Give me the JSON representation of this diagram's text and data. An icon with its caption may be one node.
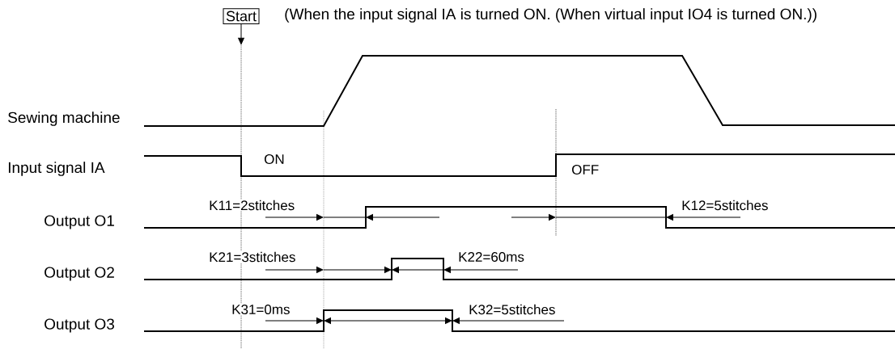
{
  "diagram": {
    "nodes": [
      {
        "text": [
          "Start"
        ]
      },
      {
        "text": [],
        "shape": "line"
      }
    ],
    "edges": [
      {
        "from": 0,
        "to": 1,
        "arrow": "to"
      }
    ],
    "labels": [
      "(When the input signal IA is turned ON. (When virtual input IO4 is turned ON.))",
      "Sewing machine",
      "Input signal IA",
      "ON",
      "OFF",
      "K11=2stitches",
      "Output O1",
      "K12=5stitches",
      "K21=3stitches",
      "K22=60ms",
      "Output O2",
      "K31=0ms",
      "K32=5stitches",
      "Output O3"
    ]
  }
}
